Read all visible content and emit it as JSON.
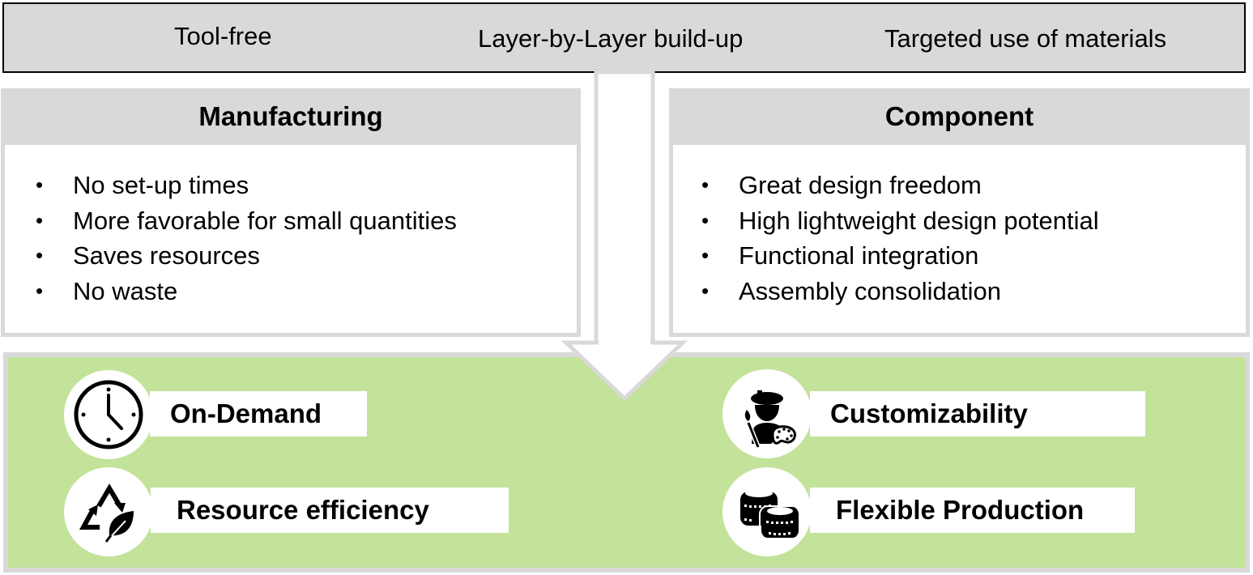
{
  "banner": {
    "items": [
      "Tool-free",
      "Layer-by-Layer build-up",
      "Targeted use of materials"
    ]
  },
  "categories": {
    "manufacturing": {
      "title": "Manufacturing",
      "items": [
        "No set-up times",
        "More favorable for small quantities",
        "Saves resources",
        "No waste"
      ]
    },
    "component": {
      "title": "Component",
      "items": [
        "Great design freedom",
        "High lightweight design potential",
        "Functional integration",
        "Assembly consolidation"
      ]
    }
  },
  "benefits": [
    {
      "label": "On-Demand",
      "icon": "clock-icon"
    },
    {
      "label": "Resource efficiency",
      "icon": "recycle-leaf-icon"
    },
    {
      "label": "Customizability",
      "icon": "artist-palette-icon"
    },
    {
      "label": "Flexible Production",
      "icon": "coins-stack-icon"
    }
  ],
  "colors": {
    "banner_bg": "#d9d9d9",
    "box_gray": "#d9d9d9",
    "panel_green": "#c3e29a",
    "text": "#000000"
  }
}
